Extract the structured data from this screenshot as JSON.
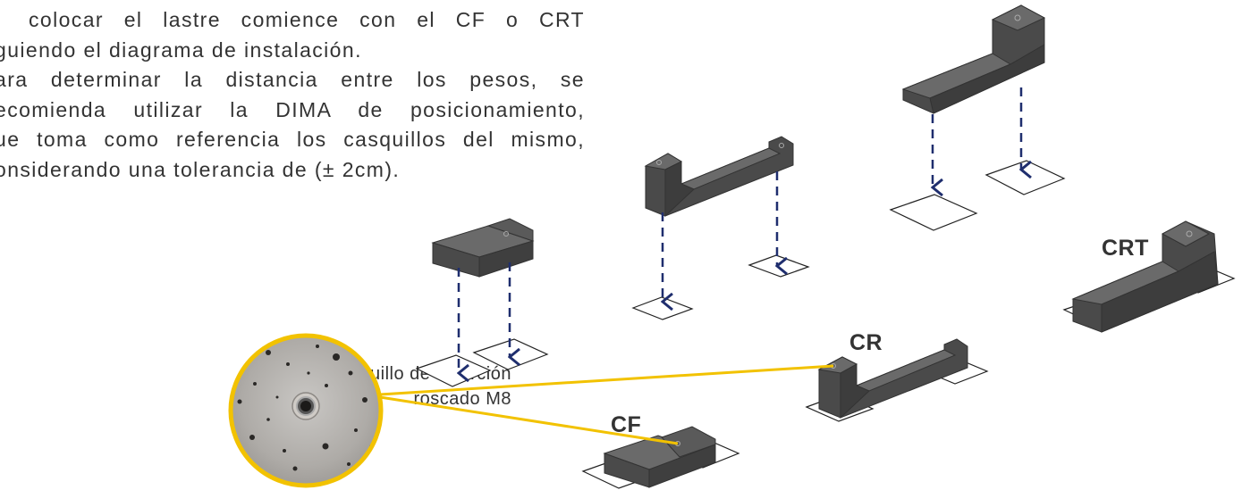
{
  "instructions": {
    "line1": "colocar el lastre comience con el CF o CRT",
    "line2": "guiendo el diagrama de instalación.",
    "line3": "ara determinar la distancia entre los pesos, se",
    "line4": "ecomienda utilizar la DIMA de posicionamiento,",
    "line5": "ue toma como referencia los casquillos del mismo,",
    "line6": "onsiderando una tolerancia de (± 2cm)."
  },
  "callout": {
    "line1": "Casquillo de inserción",
    "line2": "roscado M8"
  },
  "labels": {
    "cf": "CF",
    "cr": "CR",
    "crt": "CRT"
  },
  "colors": {
    "block_front": "#4a4a4a",
    "block_top": "#6a6a6a",
    "block_side": "#3a3a3a",
    "arrow": "#1f2e6e",
    "callout_line": "#f2c200",
    "photo_ring": "#f2c200"
  }
}
